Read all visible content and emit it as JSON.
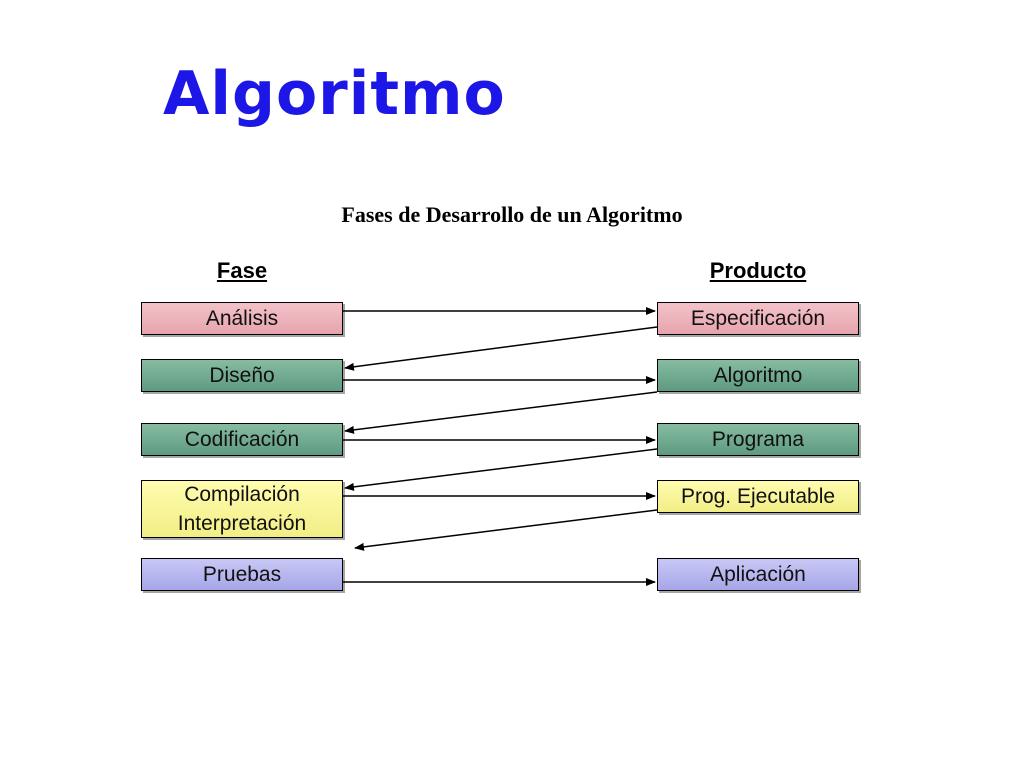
{
  "title": "Algoritmo",
  "subtitle": "Fases de Desarrollo de un Algoritmo",
  "headers": {
    "fase": "Fase",
    "producto": "Producto"
  },
  "phases": [
    "Análisis",
    "Diseño",
    "Codificación",
    "Compilación\nInterpretación",
    "Pruebas"
  ],
  "products": [
    "Especificación",
    "Algoritmo",
    "Programa",
    "Prog. Ejecutable",
    "Aplicación"
  ],
  "colors": {
    "title": "#1c16e6",
    "analisis": "#e6a3ad",
    "green": "#5e9a80",
    "yellow": "#f2ee86",
    "purple": "#a6a6e8"
  }
}
